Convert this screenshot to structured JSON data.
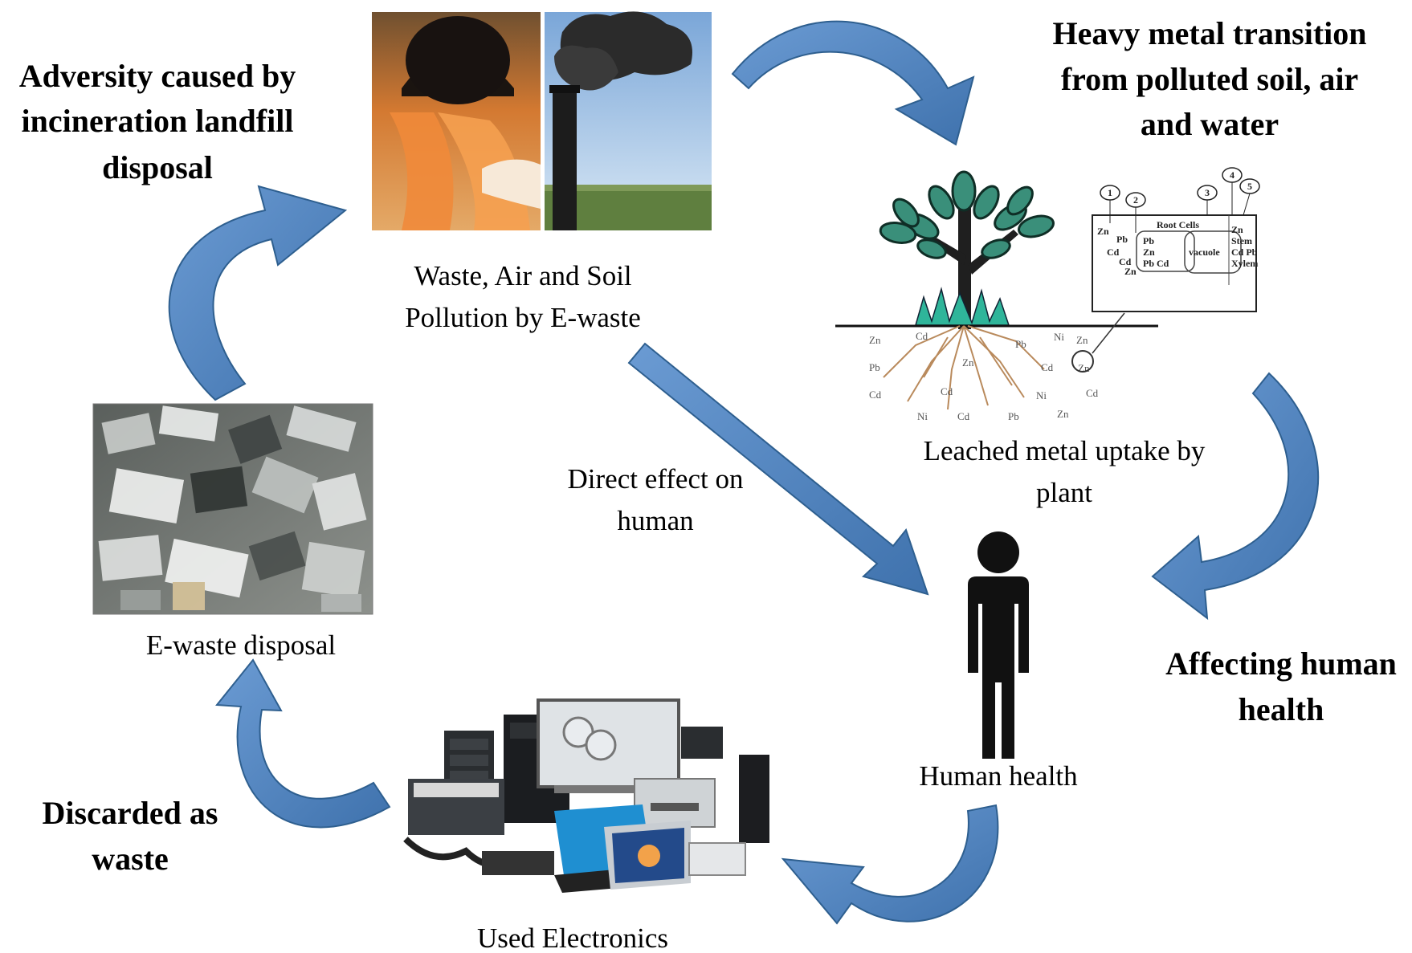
{
  "stages": {
    "pollution": {
      "line1": "Waste, Air and Soil",
      "line2": "Pollution by E-waste"
    },
    "plant": {
      "line1": "Leached metal uptake by",
      "line2": "plant"
    },
    "human": {
      "label": "Human health"
    },
    "electronics": {
      "label": "Used Electronics"
    },
    "disposal": {
      "label": "E-waste disposal"
    }
  },
  "transitions": {
    "incineration": {
      "line1": "Adversity caused by",
      "line2": "incineration landfill",
      "line3": "disposal"
    },
    "heavy_metal": {
      "line1": "Heavy metal transition",
      "line2": "from polluted soil, air",
      "line3": "and water"
    },
    "affecting": {
      "line1": "Affecting human",
      "line2": "health"
    },
    "discarded": {
      "line1": "Discarded as",
      "line2": "waste"
    },
    "direct": {
      "line1": "Direct effect on",
      "line2": "human"
    }
  },
  "plant_inset": {
    "soil_metals": [
      "Zn",
      "Pb",
      "Cd",
      "Cd",
      "Pb",
      "Ni",
      "Zn",
      "Cd",
      "Ni",
      "Cd",
      "Pb",
      "Zn",
      "Zn",
      "Cd",
      "Cd",
      "Ni",
      "Zn"
    ],
    "cell_title": "Root Cells",
    "cell_metals": [
      "Zn",
      "Pb",
      "Cd",
      "Cd",
      "Zn"
    ],
    "vacuole_metals": [
      "Pb",
      "Zn",
      "Pb Cd"
    ],
    "vacuole_label": "vacuole",
    "side_labels": [
      "Zn",
      "Stem",
      "Cd Pb",
      "Xylem"
    ],
    "markers": [
      "1",
      "2",
      "3",
      "4",
      "5"
    ]
  },
  "colors": {
    "arrow_fill": "#4f81bd",
    "arrow_stroke": "#2e5f8f",
    "text": "#111111"
  }
}
